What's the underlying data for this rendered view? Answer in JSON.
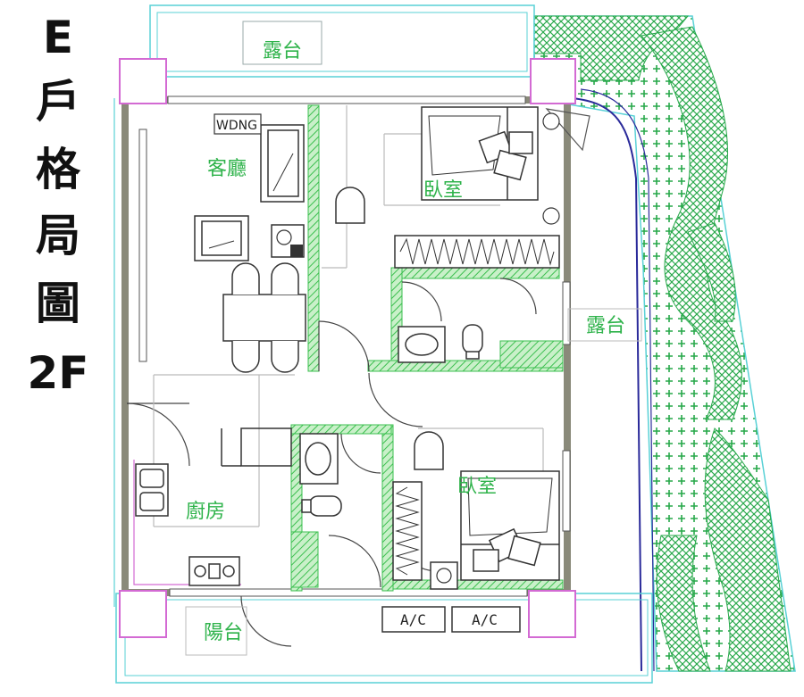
{
  "title": {
    "chars": [
      "E",
      "戶",
      "格",
      "局",
      "圖",
      "2F"
    ]
  },
  "rooms": {
    "terrace_top": "露台",
    "living_room": "客廳",
    "bedroom_top": "臥室",
    "terrace_right": "露台",
    "kitchen": "廚房",
    "bedroom_bottom": "臥室",
    "balcony": "陽台"
  },
  "fixtures": {
    "washer_dryer": "WDNG",
    "ac_1": "A/C",
    "ac_2": "A/C"
  },
  "colors": {
    "wall": "#8a8a7a",
    "partition_green": "#3bbf4f",
    "outline_cyan": "#59d1d6",
    "pink_line": "#d36ad3",
    "garden_green": "#27a84a",
    "blue_line": "#2a2a9a"
  }
}
